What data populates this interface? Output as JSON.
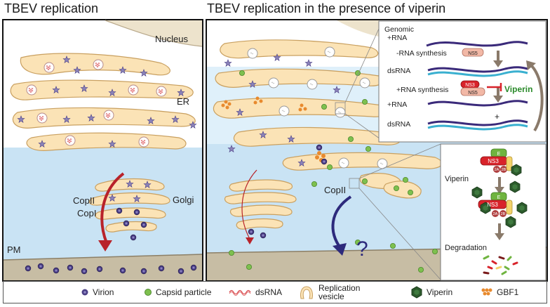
{
  "titles": {
    "left": "TBEV replication",
    "right": "TBEV replication in the presence of viperin"
  },
  "left_panel": {
    "nucleus": "Nucleus",
    "er": "ER",
    "golgi": "Golgi",
    "copii": "CopII",
    "copi": "CopI",
    "pm": "PM"
  },
  "right_panel": {
    "copii": "CopII",
    "question": "?"
  },
  "inset_top": {
    "genomic_rna_line1": "Genomic",
    "genomic_rna_line2": "+RNA",
    "neg_rna_synthesis": "-RNA synthesis",
    "ns5": "NS5",
    "dsrna_1": "dsRNA",
    "pos_rna_synthesis": "+RNA synthesis",
    "ns3": "NS3",
    "ns5_b": "NS5",
    "viperin": "Viperin",
    "pos_rna": "+RNA",
    "plus": "+",
    "dsrna_2": "dsRNA"
  },
  "inset_bottom": {
    "e_top": "E",
    "ns3_top": "NS3",
    "label_2a": "2A",
    "label_2b": "2B",
    "viperin": "Viperin",
    "e_bottom": "E",
    "ns3_bottom": "NS3",
    "label_2a_b": "2A",
    "label_2b_b": "2B",
    "degradation": "Degradation"
  },
  "legend": {
    "virion": "Virion",
    "capsid": "Capsid particle",
    "dsrna": "dsRNA",
    "replication_line1": "Replication",
    "replication_line2": "vesicle",
    "viperin": "Viperin",
    "gbf1": "GBF1"
  },
  "colors": {
    "er_fill": "#fbe3b6",
    "er_stroke": "#c9a060",
    "cytoplasm": "#ffffff",
    "lower_blue": "#c9e3f4",
    "nucleus": "#ede3cc",
    "pm": "#c7bda4",
    "virion": "#4b3f86",
    "capsid": "#7ec04f",
    "dsrna": "#d9464b",
    "arrow_red": "#b8232a",
    "arrow_blue": "#2d2a7c",
    "viperin_text": "#2a8a2a",
    "viperin_hex": "#2c5a2c",
    "gbf1": "#e88a2e",
    "ns3_red": "#d8232a",
    "ns5_pink": "#f2b8a6",
    "e_green": "#6fb43f"
  }
}
